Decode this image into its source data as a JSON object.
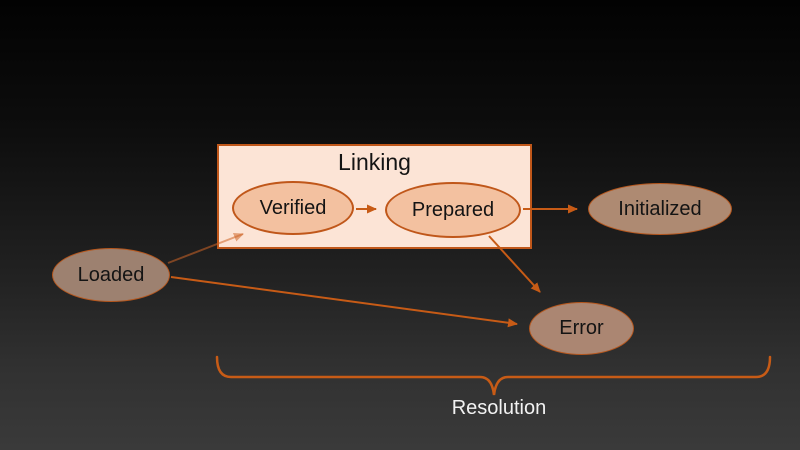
{
  "slide": {
    "background_top": "#020202",
    "background_bottom": "#3a3a3a"
  },
  "groups": {
    "linking": {
      "label": "Linking",
      "fill": "#fce4d6",
      "border": "#c0571a"
    }
  },
  "nodes": {
    "loaded": {
      "label": "Loaded",
      "fill": "#9d8170",
      "border": "#b5571e"
    },
    "verified": {
      "label": "Verified",
      "fill": "#f3c1a0",
      "border": "#c0571a"
    },
    "prepared": {
      "label": "Prepared",
      "fill": "#f3c1a0",
      "border": "#c0571a"
    },
    "initialized": {
      "label": "Initialized",
      "fill": "#ae8a72",
      "border": "#b5571e"
    },
    "error": {
      "label": "Error",
      "fill": "#ab8672",
      "border": "#b5571e"
    }
  },
  "edges": [
    {
      "from": "Loaded",
      "to": "Verified",
      "style": "faded"
    },
    {
      "from": "Verified",
      "to": "Prepared",
      "style": "solid"
    },
    {
      "from": "Prepared",
      "to": "Initialized",
      "style": "solid"
    },
    {
      "from": "Prepared",
      "to": "Error",
      "style": "solid"
    },
    {
      "from": "Loaded",
      "to": "Error",
      "style": "solid"
    }
  ],
  "annotations": {
    "resolution": {
      "label": "Resolution",
      "brace_color": "#c75b16",
      "text_color": "#f2f2f2",
      "spans": "Verified, Prepared, Initialized, Error"
    }
  },
  "arrow_color": "#c75b16",
  "text_color": "#141414"
}
